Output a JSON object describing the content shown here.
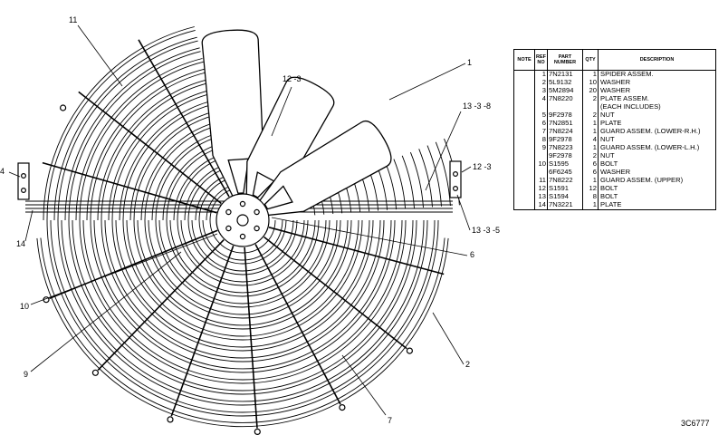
{
  "table": {
    "headers": {
      "note": "NOTE",
      "ref_no": "REF NO",
      "part_number": "PART NUMBER",
      "qty": "QTY",
      "description": "DESCRIPTION"
    },
    "rows": [
      {
        "ref": "1",
        "part": "7N2131",
        "qty": "1",
        "desc": "SPIDER ASSEM."
      },
      {
        "ref": "2",
        "part": "5L9132",
        "qty": "10",
        "desc": "WASHER"
      },
      {
        "ref": "3",
        "part": "5M2894",
        "qty": "20",
        "desc": "WASHER"
      },
      {
        "ref": "4",
        "part": "7N8220",
        "qty": "2",
        "desc": "PLATE ASSEM."
      },
      {
        "ref": "",
        "part": "",
        "qty": "",
        "desc": "(EACH INCLUDES)"
      },
      {
        "ref": "5",
        "part": "9F2978",
        "qty": "2",
        "desc": "NUT"
      },
      {
        "ref": "6",
        "part": "7N2851",
        "qty": "1",
        "desc": "PLATE"
      },
      {
        "ref": "7",
        "part": "7N8224",
        "qty": "1",
        "desc": "GUARD ASSEM. (LOWER-R.H.)"
      },
      {
        "ref": "8",
        "part": "9F2978",
        "qty": "4",
        "desc": "NUT"
      },
      {
        "ref": "9",
        "part": "7N8223",
        "qty": "1",
        "desc": "GUARD ASSEM. (LOWER-L.H.)"
      },
      {
        "ref": "",
        "part": "9F2978",
        "qty": "2",
        "desc": "NUT"
      },
      {
        "ref": "10",
        "part": "S1595",
        "qty": "6",
        "desc": "BOLT"
      },
      {
        "ref": "",
        "part": "6F6245",
        "qty": "6",
        "desc": "WASHER"
      },
      {
        "ref": "11",
        "part": "7N8222",
        "qty": "1",
        "desc": "GUARD ASSEM. (UPPER)"
      },
      {
        "ref": "12",
        "part": "S1591",
        "qty": "12",
        "desc": "BOLT"
      },
      {
        "ref": "13",
        "part": "S1594",
        "qty": "8",
        "desc": "BOLT"
      },
      {
        "ref": "14",
        "part": "7N3221",
        "qty": "1",
        "desc": "PLATE"
      }
    ]
  },
  "callouts": {
    "c1": "1",
    "c2": "2",
    "c4": "4",
    "c6": "6",
    "c7": "7",
    "c9": "9",
    "c10": "10",
    "c11": "11",
    "c12a": "12 -3",
    "c12b": "12 -3",
    "c13a": "13 -3 -8",
    "c13b": "13 -3 -5",
    "c14": "14"
  },
  "figure_id": "3C6777",
  "colors": {
    "line": "#000000",
    "background": "#ffffff"
  }
}
